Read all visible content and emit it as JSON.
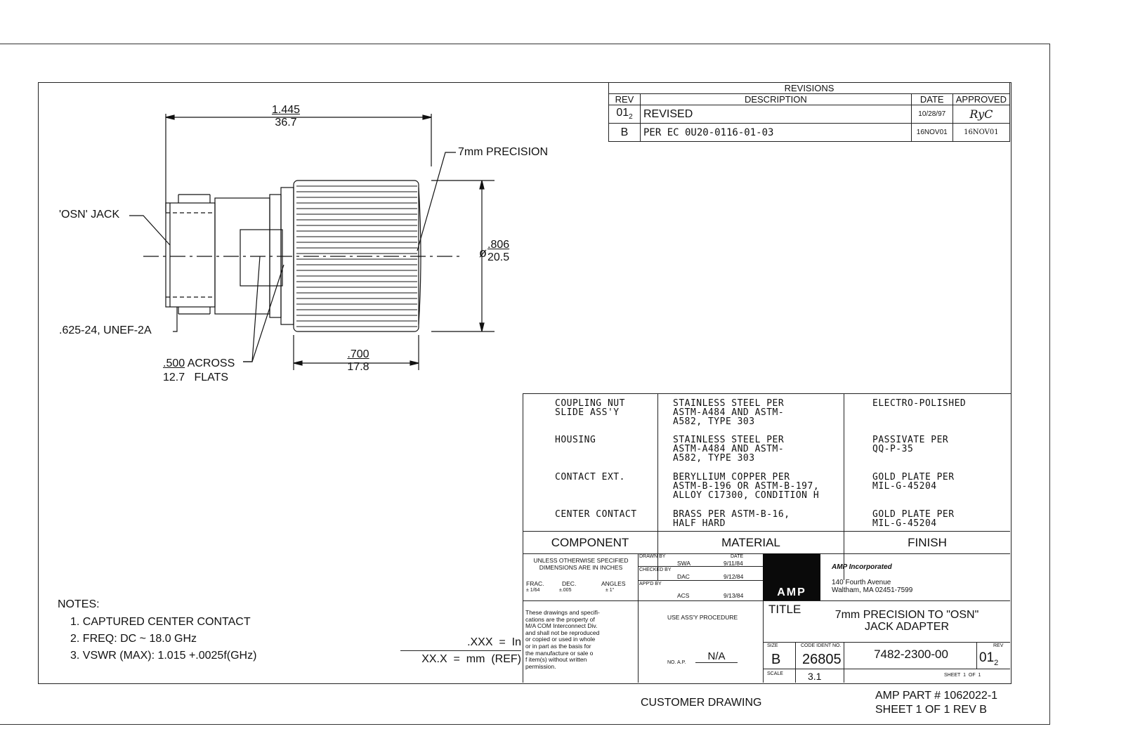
{
  "revisions": {
    "title": "REVISIONS",
    "headers": {
      "rev": "REV",
      "description": "DESCRIPTION",
      "date": "DATE",
      "approved": "APPROVED"
    },
    "rows": [
      {
        "rev": "01",
        "rev_sub": "2",
        "description": "REVISED",
        "date": "10/28/97",
        "approved": "RyC"
      },
      {
        "rev": "B",
        "rev_sub": "",
        "description": "PER EC 0U20-0116-01-03",
        "date": "16NOV01",
        "approved": "16NOV01"
      }
    ]
  },
  "drawing": {
    "overall_length_in": "1.445",
    "overall_length_mm": "36.7",
    "callout_precision": "7mm PRECISION",
    "callout_jack": "'OSN' JACK",
    "callout_thread": ".625-24, UNEF-2A",
    "flats_in": ".500",
    "flats_label_1": "ACROSS",
    "flats_mm": "12.7",
    "flats_label_2": "FLATS",
    "nut_length_in": ".700",
    "nut_length_mm": "17.8",
    "diameter_symbol": "ø",
    "diameter_in": ".806",
    "diameter_mm": "20.5"
  },
  "materials": {
    "rows": [
      {
        "component": "COUPLING NUT\nSLIDE ASS'Y",
        "material": "STAINLESS STEEL PER\nASTM-A484 AND ASTM-\nA582, TYPE 303",
        "finish": "ELECTRO-POLISHED"
      },
      {
        "component": "HOUSING",
        "material": "STAINLESS STEEL PER\nASTM-A484 AND ASTM-\nA582, TYPE 303",
        "finish": "PASSIVATE PER\nQQ-P-35"
      },
      {
        "component": "CONTACT EXT.",
        "material": "BERYLLIUM COPPER PER\nASTM-B-196 OR ASTM-B-197,\nALLOY C17300, CONDITION H",
        "finish": "GOLD PLATE PER\nMIL-G-45204"
      },
      {
        "component": "CENTER CONTACT",
        "material": "BRASS PER ASTM-B-16,\nHALF HARD",
        "finish": "GOLD PLATE PER\nMIL-G-45204"
      }
    ],
    "headers": {
      "component": "COMPONENT",
      "material": "MATERIAL",
      "finish": "FINISH"
    }
  },
  "title_block": {
    "tolerance_head": "UNLESS OTHERWISE SPECIFIED\nDIMENSIONS ARE IN INCHES",
    "frac_label": "FRAC.",
    "frac_val": "± 1/64",
    "dec_label": "DEC.",
    "dec_val": "±.005",
    "angles_label": "ANGLES",
    "angles_val": "± 1°",
    "drawn_label": "DRAWN BY",
    "date_label": "DATE",
    "drawn_by": "SWA",
    "drawn_date": "9/11/84",
    "checked_label": "CHECKED BY",
    "checked_by": "DAC",
    "checked_date": "9/12/84",
    "appd_label": "APP'D BY",
    "appd_by": "ACS",
    "appd_date": "9/13/84",
    "logo": "AMP",
    "company": "AMP Incorporated",
    "address_1": "140 Fourth Avenue",
    "address_2": "Waltham, MA 02451-7599",
    "proprietary": "These drawings and specifi-\ncations are the property of\nM/A COM Interconnect Div.\nand shall not be reproduced\nor copied or used in whole\nor in part as the basis for\nthe manufacture or sale o\nf item(s) without written\npermission.",
    "procedure": "USE ASS'Y PROCEDURE",
    "no_ap_label": "NO. A.P.",
    "no_ap": "N/A",
    "title_label": "TITLE",
    "title_1": "7mm PRECISION TO \"OSN\"",
    "title_2": "JACK ADAPTER",
    "size_label": "SIZE",
    "size": "B",
    "code_label": "CODE IDENT NO.",
    "code": "26805",
    "dwg_no": "7482-2300-00",
    "rev_label": "REV",
    "rev": "01",
    "rev_sub": "2",
    "scale_label": "SCALE",
    "scale": "3.1",
    "sheet": "SHEET  1  OF  1"
  },
  "notes": {
    "heading": "NOTES:",
    "items": [
      "1. CAPTURED CENTER CONTACT",
      "2. FREQ: DC ~ 18.0 GHz",
      "3. VSWR (MAX): 1.015 +.0025f(GHz)"
    ]
  },
  "units": {
    "line_1": ".XXX  =  In",
    "line_2": "XX.X  =  mm  (REF)"
  },
  "footer": {
    "customer": "CUSTOMER DRAWING",
    "part": "AMP PART # 1062022-1",
    "sheet_rev": "SHEET 1 OF 1  REV B"
  }
}
